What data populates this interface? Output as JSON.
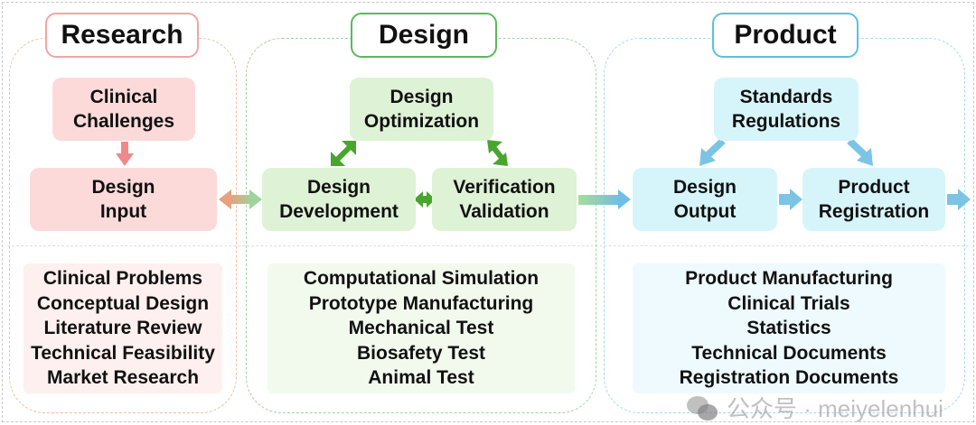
{
  "columns": [
    {
      "title": "Research",
      "top_box": "Clinical\nChallenges",
      "flow_boxes": [
        "Design\nInput"
      ],
      "activities": [
        "Clinical Problems",
        "Conceptual Design",
        "Literature Review",
        "Technical Feasibility",
        "Market Research"
      ]
    },
    {
      "title": "Design",
      "top_box": "Design\nOptimization",
      "flow_boxes": [
        "Design\nDevelopment",
        "Verification\nValidation"
      ],
      "activities": [
        "Computational Simulation",
        "Prototype Manufacturing",
        "Mechanical Test",
        "Biosafety Test",
        "Animal Test"
      ]
    },
    {
      "title": "Product",
      "top_box": "Standards\nRegulations",
      "flow_boxes": [
        "Design\nOutput",
        "Product\nRegistration"
      ],
      "activities": [
        "Product Manufacturing",
        "Clinical Trials",
        "Statistics",
        "Technical Documents",
        "Registration Documents"
      ]
    }
  ],
  "watermark": "公众号 · meiyelenhui",
  "colors": {
    "research": "#f2a5a5",
    "research_fill": "#fcdada",
    "design": "#5cb85c",
    "design_fill": "#def2d5",
    "product": "#5bc0de",
    "product_fill": "#d6f5fb",
    "arrow_green": "#4aa52e",
    "arrow_blue": "#7cc4e4",
    "arrow_red": "#ef8a8a"
  }
}
